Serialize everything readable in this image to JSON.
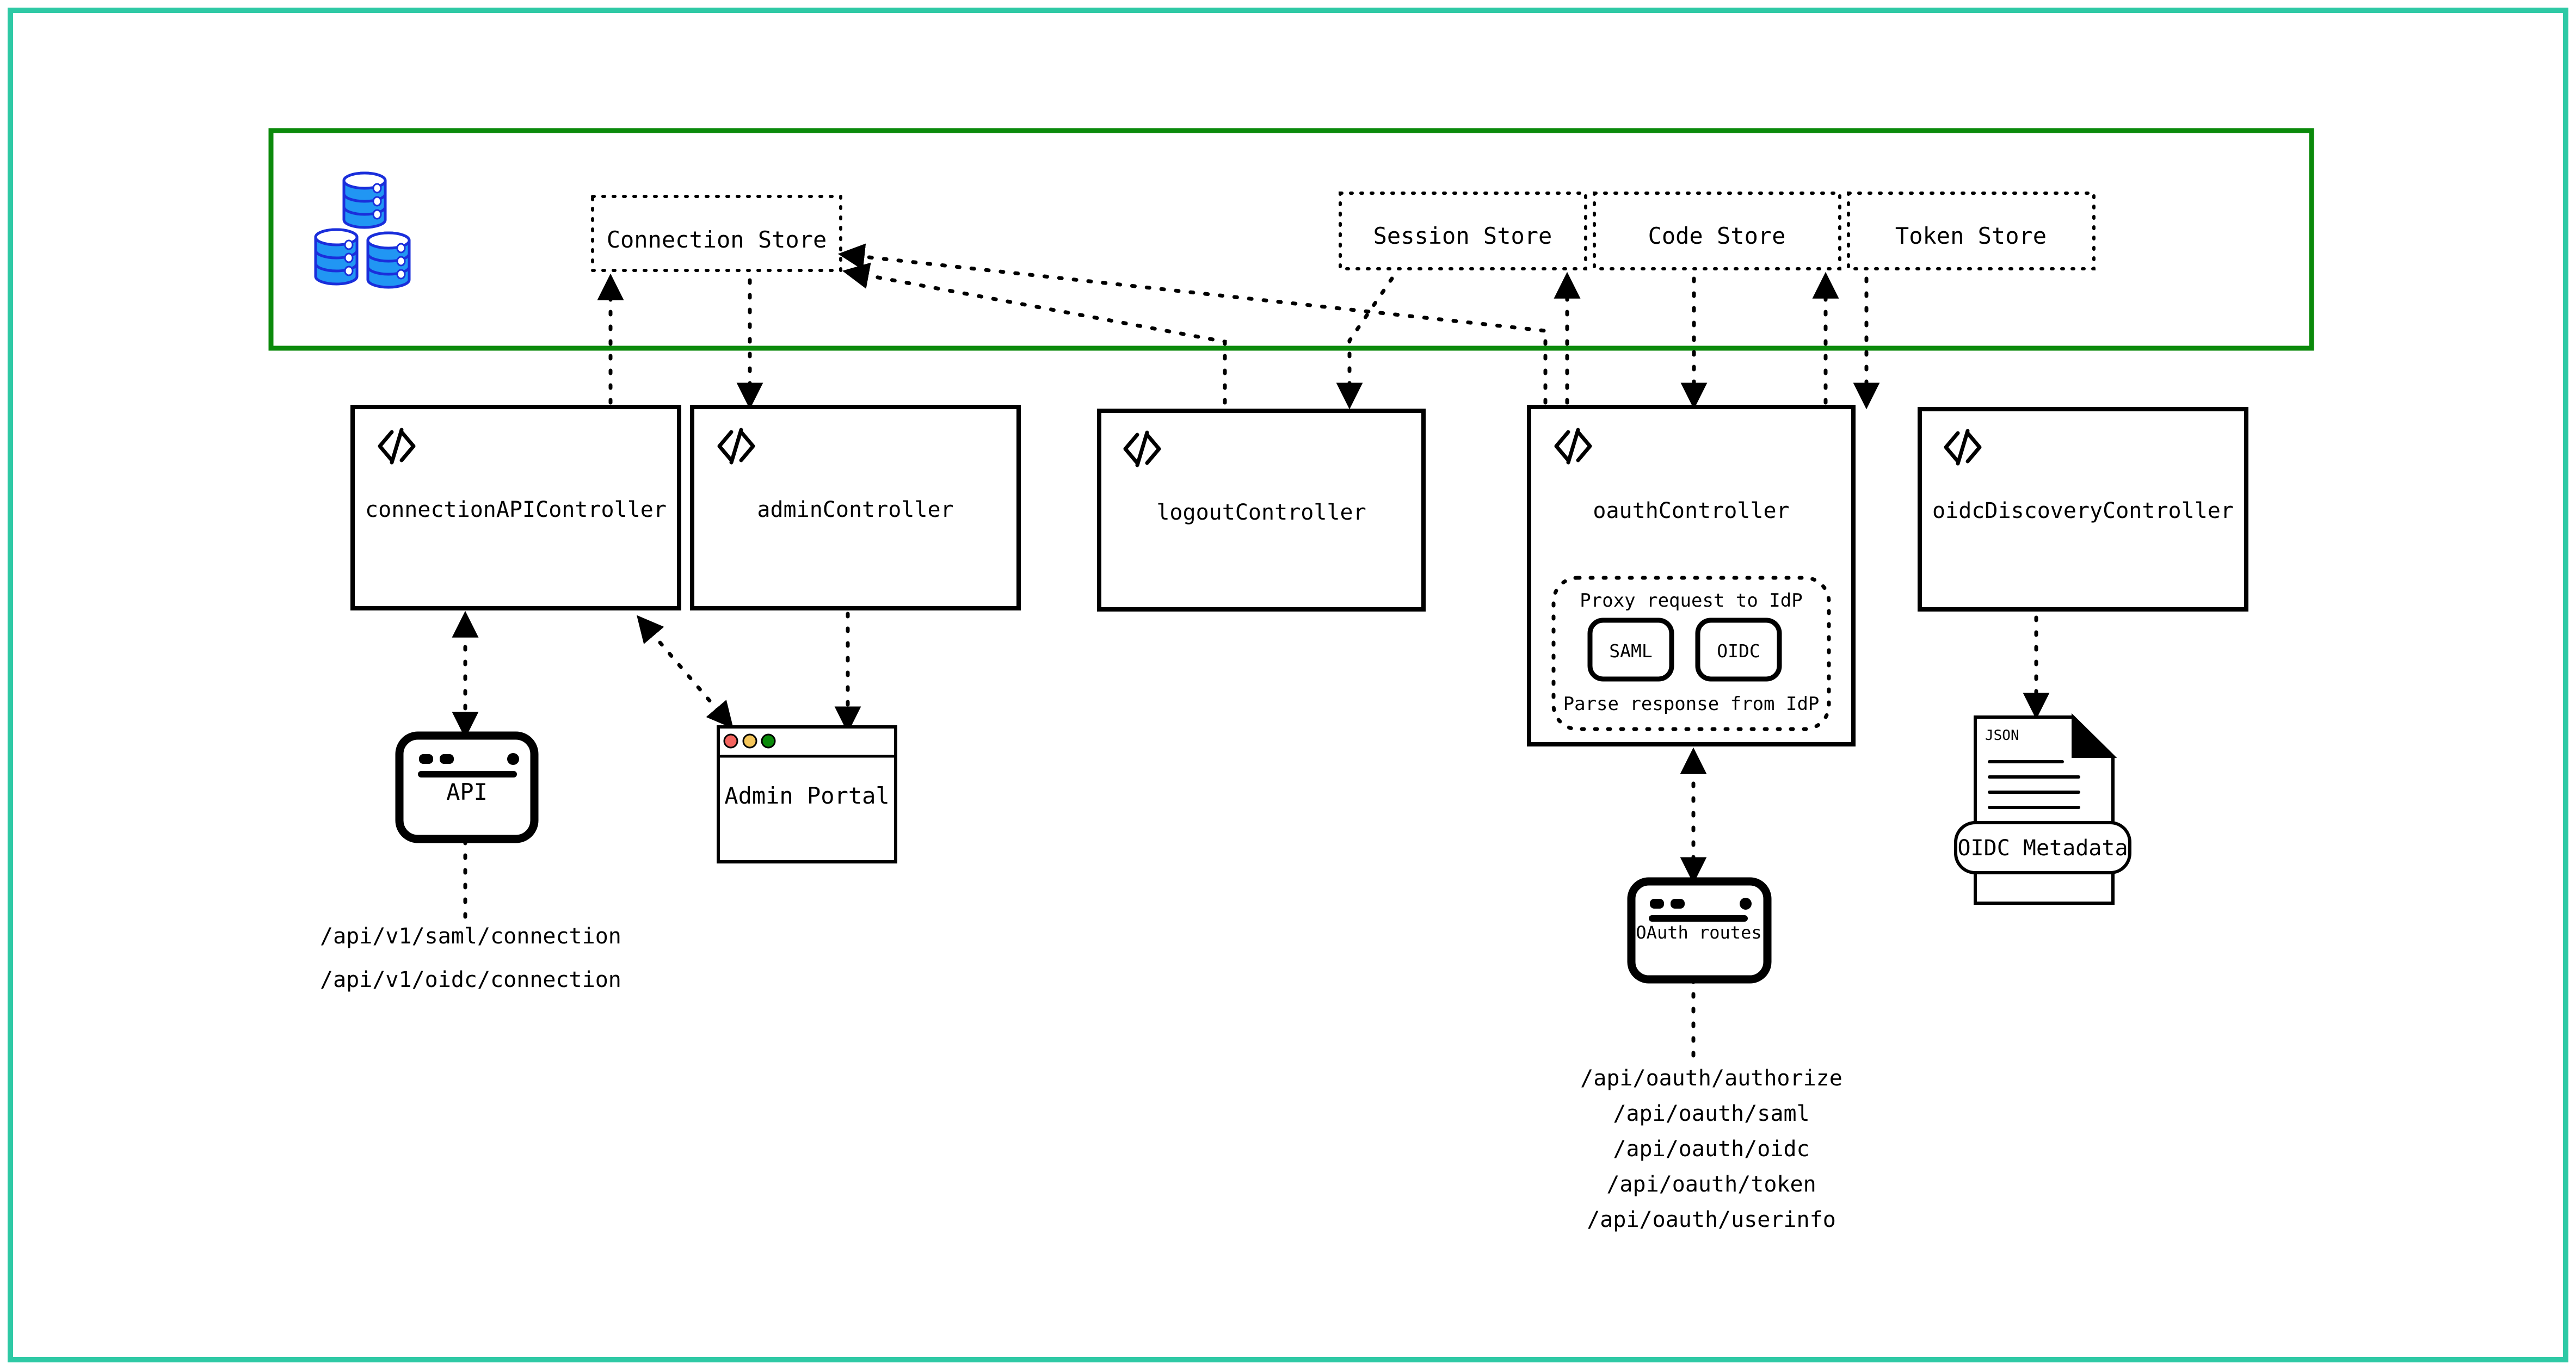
{
  "frame": {
    "outer_border_color": "#2ec9a5",
    "store_group_border_color": "#0b8a0b"
  },
  "store_group": {
    "name": "store-group",
    "database_icon": "database-cylinders-icon",
    "stores": [
      {
        "id": "connection-store",
        "label": "Connection Store"
      },
      {
        "id": "session-store",
        "label": "Session Store"
      },
      {
        "id": "code-store",
        "label": "Code Store"
      },
      {
        "id": "token-store",
        "label": "Token Store"
      }
    ]
  },
  "controllers": [
    {
      "id": "connection-api-controller",
      "label": "connectionAPIController",
      "icon": "code-tag-icon"
    },
    {
      "id": "admin-controller",
      "label": "adminController",
      "icon": "code-tag-icon"
    },
    {
      "id": "logout-controller",
      "label": "logoutController",
      "icon": "code-tag-icon"
    },
    {
      "id": "oauth-controller",
      "label": "oauthController",
      "icon": "code-tag-icon"
    },
    {
      "id": "oidc-discovery-controller",
      "label": "oidcDiscoveryController",
      "icon": "code-tag-icon"
    }
  ],
  "oauth_inner": {
    "top_label": "Proxy request to IdP",
    "bottom_label": "Parse response from IdP",
    "protocols": [
      {
        "id": "saml-protocol",
        "label": "SAML"
      },
      {
        "id": "oidc-protocol",
        "label": "OIDC"
      }
    ]
  },
  "clients": {
    "api": {
      "id": "api-window",
      "label": "API",
      "icon": "app-window-icon",
      "endpoints": [
        "/api/v1/saml/connection",
        "/api/v1/oidc/connection"
      ]
    },
    "admin_portal": {
      "id": "admin-portal-window",
      "label": "Admin Portal",
      "icon": "browser-window-icon",
      "traffic_lights": [
        "#f4645f",
        "#f5c65a",
        "#0a8a0a"
      ]
    },
    "oauth_routes": {
      "id": "oauth-routes-window",
      "label": "OAuth routes",
      "icon": "app-window-icon",
      "endpoints": [
        "/api/oauth/authorize",
        "/api/oauth/saml",
        "/api/oauth/oidc",
        "/api/oauth/token",
        "/api/oauth/userinfo"
      ]
    },
    "oidc_metadata": {
      "id": "oidc-metadata-doc",
      "doc_type": "JSON",
      "label": "OIDC Metadata",
      "icon": "json-document-icon"
    }
  }
}
